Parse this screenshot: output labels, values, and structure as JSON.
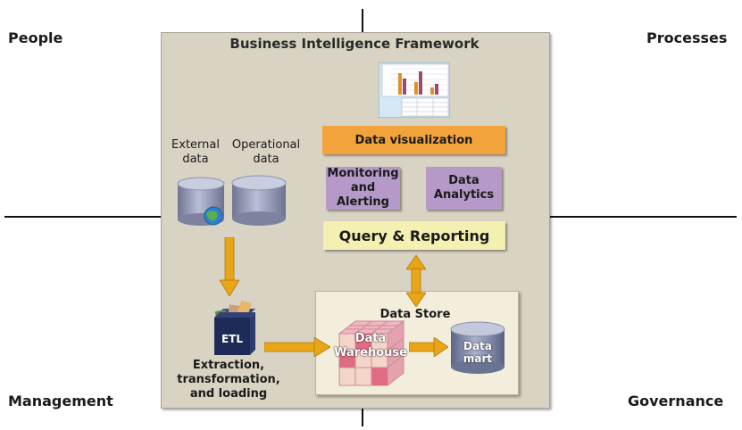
{
  "quadrants": {
    "top_left": "People",
    "top_right": "Processes",
    "bottom_left": "Management",
    "bottom_right": "Governance"
  },
  "framework": {
    "title": "Business Intelligence Framework",
    "sources": {
      "external_line1": "External",
      "external_line2": "data",
      "operational_line1": "Operational",
      "operational_line2": "data"
    },
    "etl": {
      "badge": "ETL",
      "line1": "Extraction,",
      "line2": "transformation,",
      "line3": "and loading"
    },
    "data_store": {
      "title": "Data Store",
      "warehouse_line1": "Data",
      "warehouse_line2": "Warehouse",
      "mart": "Data mart"
    },
    "boxes": {
      "visualization": "Data visualization",
      "monitoring_line1": "Monitoring",
      "monitoring_line2": "and Alerting",
      "analytics_line1": "Data",
      "analytics_line2": "Analytics",
      "query": "Query & Reporting"
    }
  },
  "colors": {
    "frame_bg": "#d9d3c3",
    "visualization": "#f2a33c",
    "purple": "#b59ac9",
    "query": "#f4f0b2",
    "arrow": "#e8a617",
    "cylinder": "#9aa0b8"
  }
}
